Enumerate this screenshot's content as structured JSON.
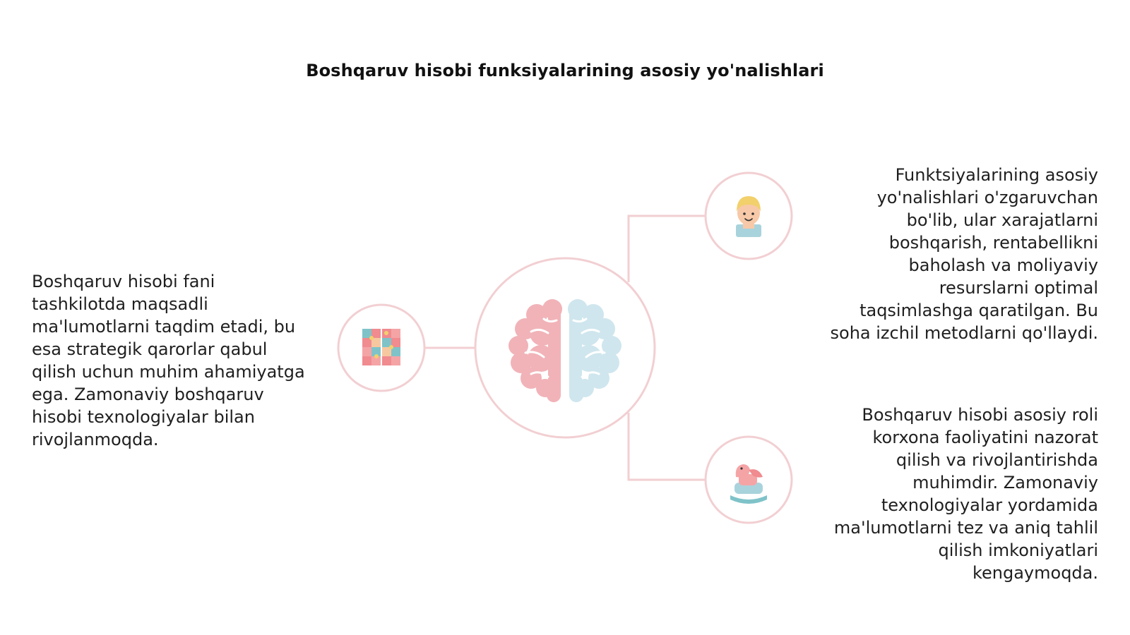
{
  "title": "Boshqaruv hisobi funksiyalarining asosiy yo'nalishlari",
  "left_text": "Boshqaruv hisobi fani tashkilotda maqsadli ma'lumotlarni taqdim etadi, bu esa strategik qarorlar qabul qilish uchun muhim ahamiyatga ega. Zamonaviy boshqaruv hisobi texnologiyalar bilan rivojlanmoqda.",
  "right_top_text": "Funktsiyalarining asosiy yo'nalishlari o'zgaruvchan bo'lib, ular xarajatlarni boshqarish, rentabellikni baholash va moliyaviy resurslarni optimal taqsimlashga qaratilgan. Bu soha izchil metodlarni qo'llaydi.",
  "right_bottom_text": "Boshqaruv hisobi asosiy roli korxona faoliyatini nazorat qilish va rivojlantirishda muhimdir. Zamonaviy texnologiyalar yordamida ma'lumotlarni tez va aniq tahlil qilish imkoniyatlari kengaymoqda.",
  "nodes": {
    "center": "brain-icon",
    "left": "puzzle-icon",
    "right_top": "person-icon",
    "right_bottom": "rocking-horse-icon"
  },
  "colors": {
    "ring": "#f2cfd2",
    "connector": "#f2cfd2",
    "brain_left": "#f1b3b8",
    "brain_right": "#cfe6ee"
  }
}
